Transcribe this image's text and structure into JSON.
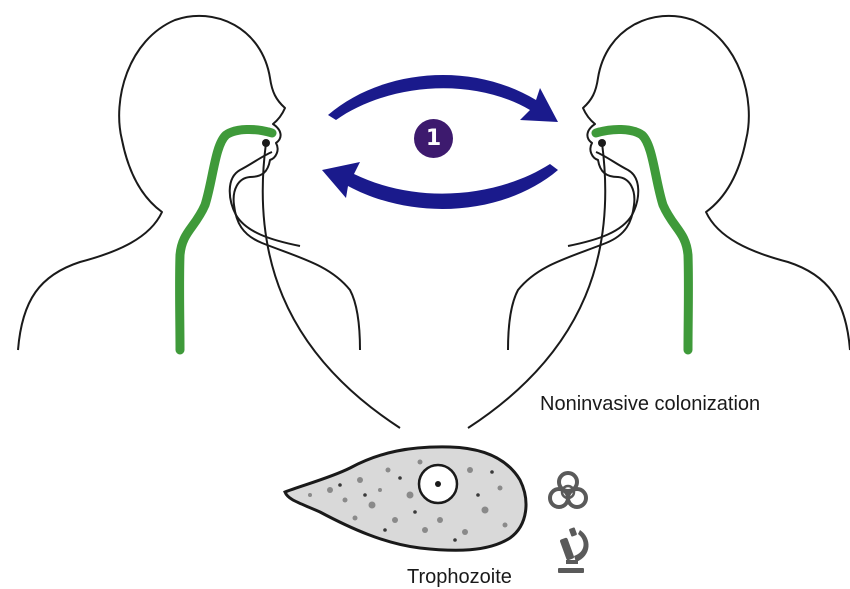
{
  "colors": {
    "outline": "#1a1a1a",
    "airway": "#3f9a3a",
    "arrow": "#1a1a8c",
    "step_badge": "#3d1a6e",
    "icon": "#5a5a5a"
  },
  "step_marker": {
    "number": "1"
  },
  "labels": {
    "colonization": "Noninvasive colonization",
    "trophozoite": "Trophozoite"
  },
  "icons": [
    "biohazard-icon",
    "microscope-icon"
  ]
}
